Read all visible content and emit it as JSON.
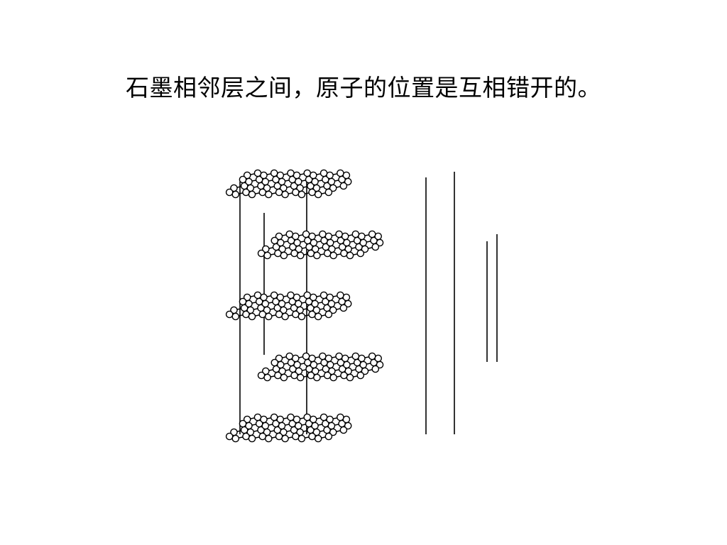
{
  "slide": {
    "caption": "石墨相邻层之间，原子的位置是互相错开的。"
  },
  "figure": {
    "subject": "graphite-layered-structure",
    "layer_count": 5,
    "line_color": "#000000",
    "atom_fill": "#ffffff"
  }
}
